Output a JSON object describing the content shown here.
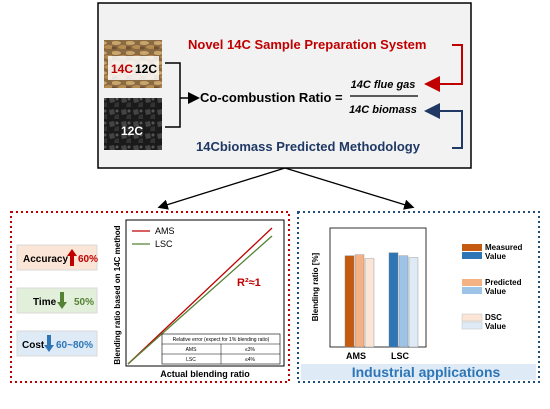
{
  "top": {
    "sample_14c": "14C",
    "sample_12c": "12C",
    "coal_12c": "12C",
    "novel_system": "Novel 14C Sample Preparation System",
    "ratio_label": "Co-combustion Ratio =",
    "numerator": "14C flue gas",
    "denominator": "14C biomass",
    "predicted_method": "14Cbiomass Predicted Methodology"
  },
  "left_panel": {
    "metrics": [
      {
        "name": "Accuracy",
        "value": "60%",
        "direction": "up"
      },
      {
        "name": "Time",
        "value": "50%",
        "direction": "down"
      },
      {
        "name": "Cost",
        "value": "60~80%",
        "direction": "down"
      }
    ],
    "chart": {
      "ylabel": "Blending ratio based on 14C method",
      "xlabel": "Actual blending ratio",
      "legend": [
        "AMS",
        "LSC"
      ],
      "r2_label": "R²≈1",
      "error_table": {
        "title": "Relative error (expect for 1% blending ratio)",
        "rows": [
          {
            "method": "AMS",
            "error": "≤3%"
          },
          {
            "method": "LSC",
            "error": "≤4%"
          }
        ]
      }
    }
  },
  "right_panel": {
    "ylabel": "Blending ratio [%]",
    "categories": [
      "AMS",
      "LSC"
    ],
    "legend": [
      {
        "top": "Measured",
        "bottom": "Value"
      },
      {
        "top": "Predicted",
        "bottom": "Value"
      },
      {
        "top": "DSC",
        "bottom": "Value"
      }
    ],
    "footer": "Industrial applications"
  },
  "colors": {
    "red": "#c00000",
    "navy": "#1f3864",
    "ams_dark": "#c55a11",
    "ams_mid": "#f4b183",
    "ams_light": "#fbe5d6",
    "lsc_dark": "#2e75b6",
    "lsc_mid": "#9dc3e6",
    "lsc_light": "#deebf7"
  },
  "chart_data": {
    "type": "bar",
    "categories": [
      "AMS",
      "LSC"
    ],
    "series": [
      {
        "name": "Measured Value",
        "values": [
          0.92,
          0.95
        ]
      },
      {
        "name": "Predicted Value",
        "values": [
          0.93,
          0.92
        ]
      },
      {
        "name": "DSC Value",
        "values": [
          0.89,
          0.9
        ]
      }
    ],
    "ylabel": "Blending ratio [%]",
    "ylim": [
      0,
      1.2
    ],
    "legend_position": "right"
  }
}
